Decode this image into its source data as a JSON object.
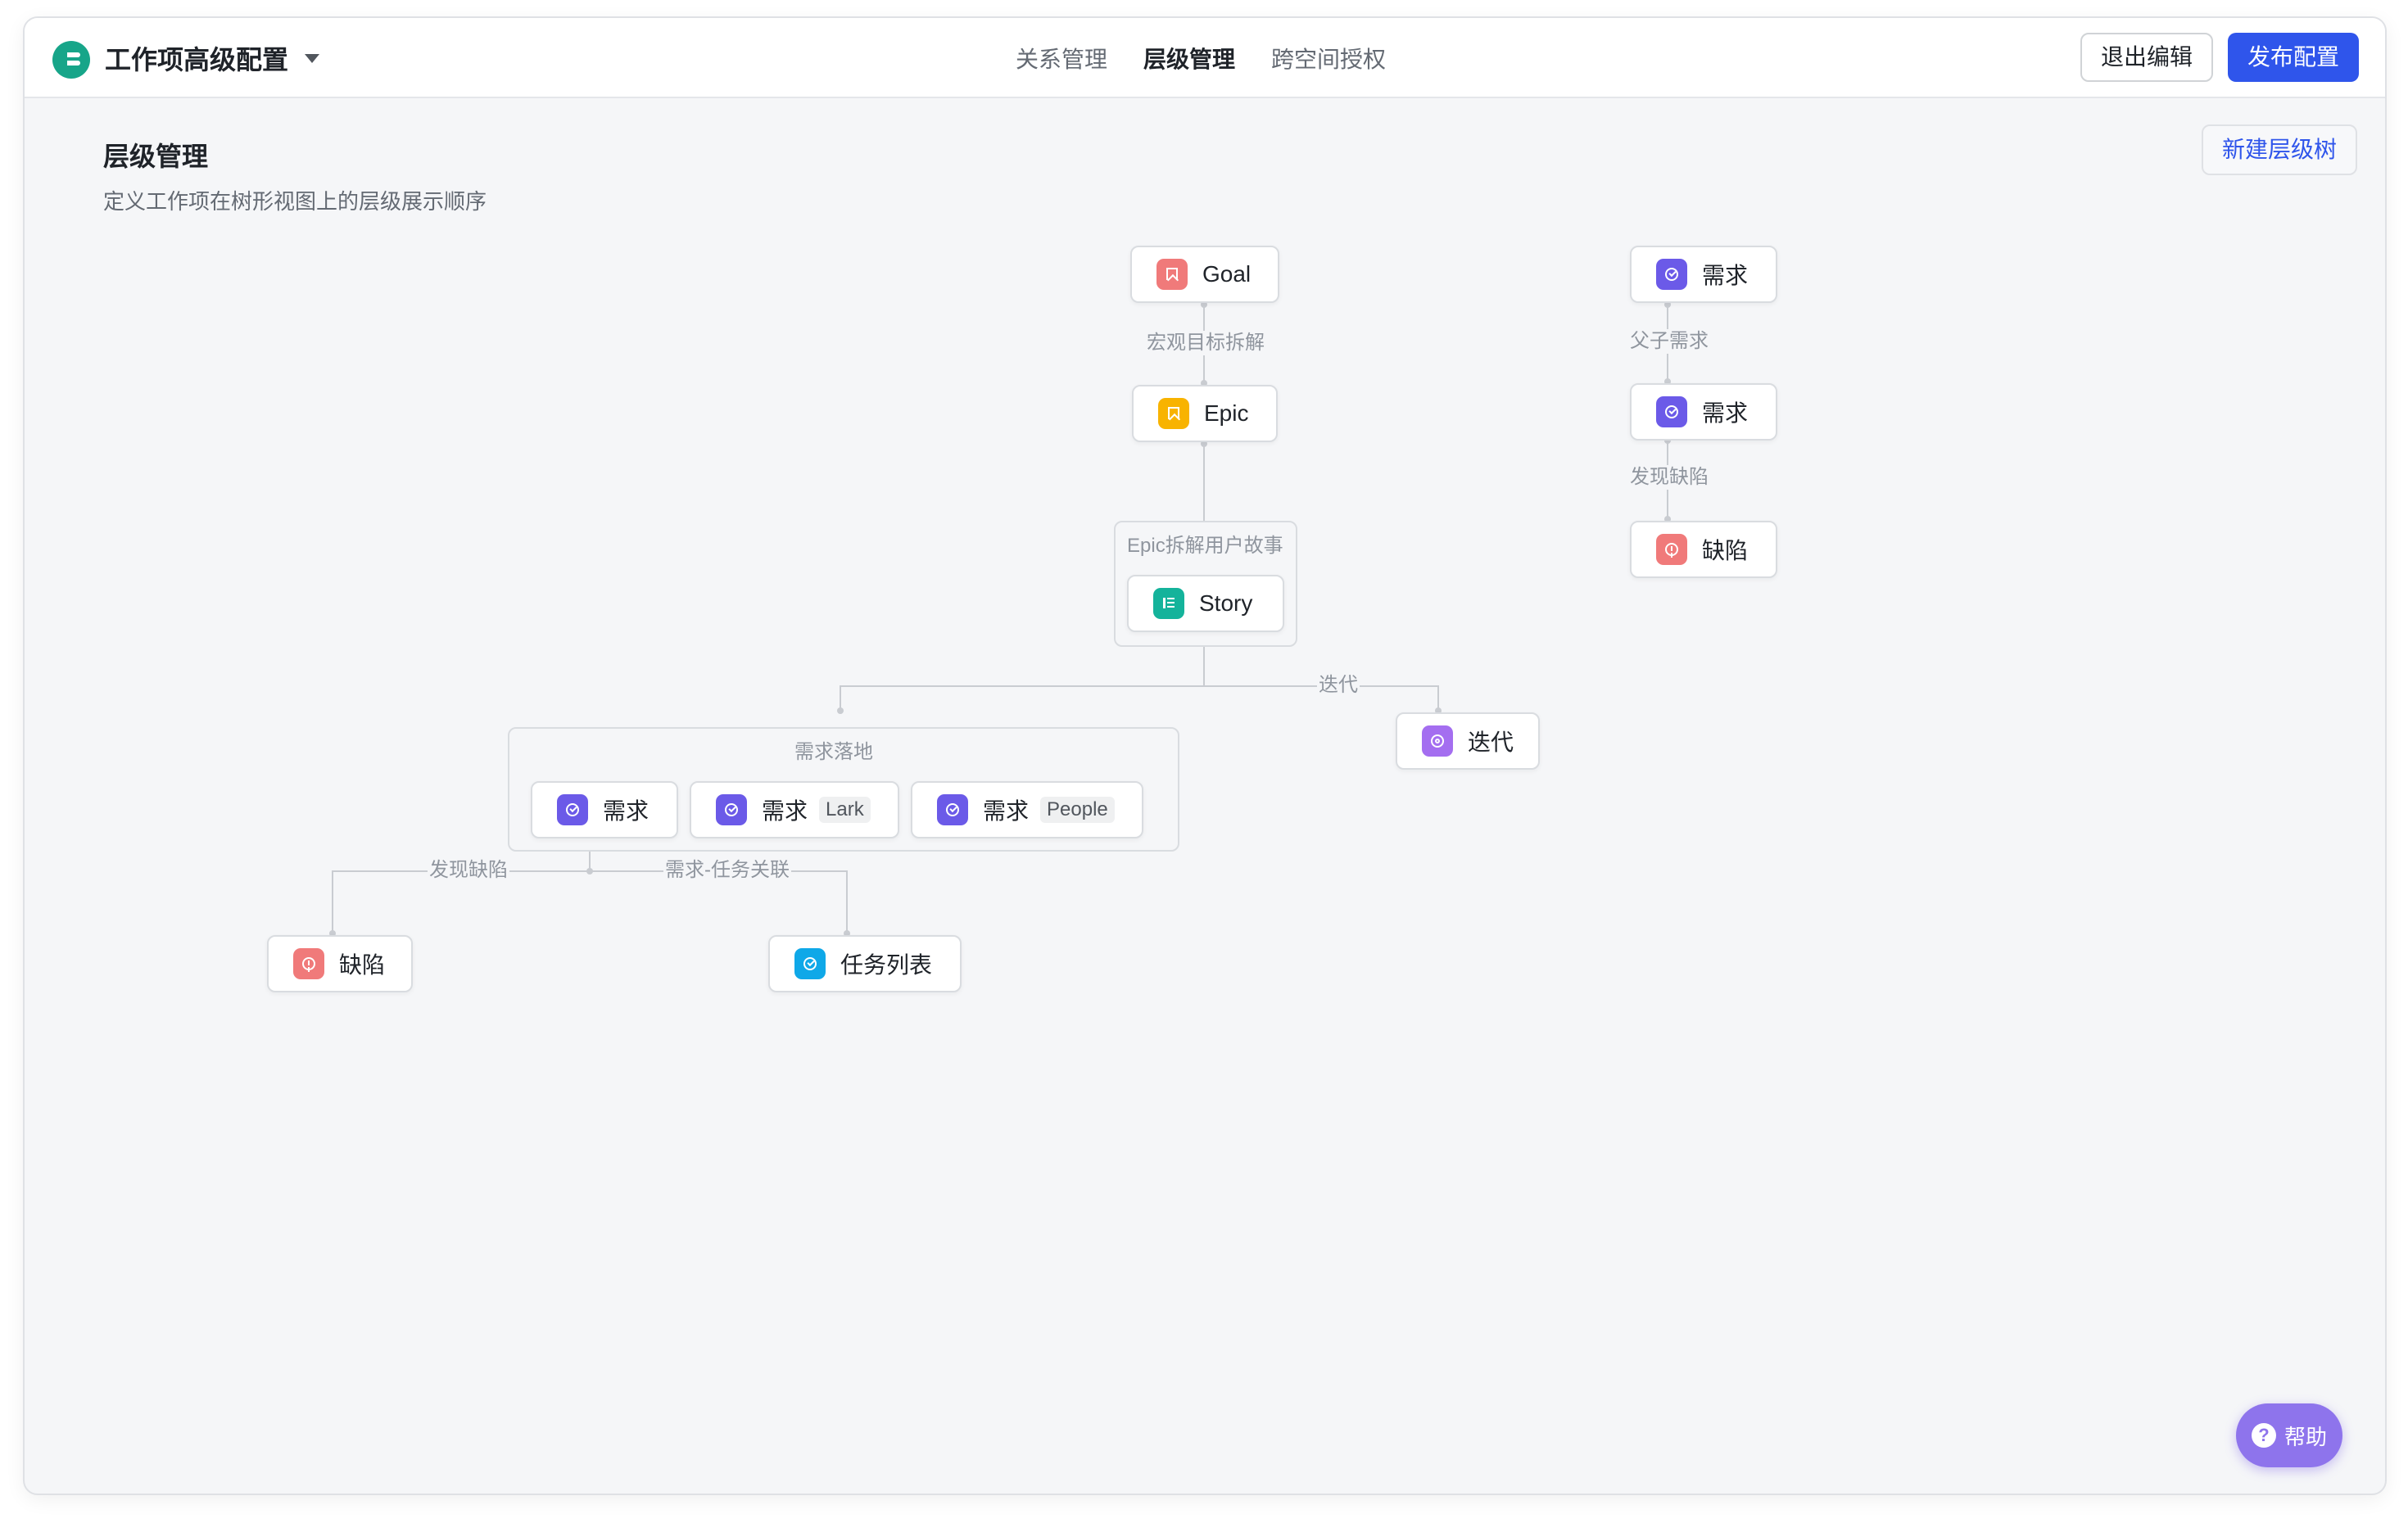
{
  "app": {
    "title": "工作项高级配置"
  },
  "nav": {
    "tabs": [
      "关系管理",
      "层级管理",
      "跨空间授权"
    ],
    "active": "层级管理"
  },
  "actions": {
    "exit_label": "退出编辑",
    "publish_label": "发布配置",
    "new_tree_label": "新建层级树"
  },
  "section": {
    "title": "层级管理",
    "description": "定义工作项在树形视图上的层级展示顺序"
  },
  "colors": {
    "accent": "#2f55eb",
    "goal": "#f07a7a",
    "epic": "#f8b300",
    "story": "#14b39b",
    "requirement": "#6b5ae8",
    "bug": "#f07a7a",
    "iteration": "#a46ef0",
    "task": "#0fa8e8",
    "help": "#8e74ec"
  },
  "tree1": {
    "goal": {
      "label": "Goal",
      "icon": "bookmark-icon"
    },
    "edge_goal_epic": "宏观目标拆解",
    "epic": {
      "label": "Epic",
      "icon": "bookmark-icon"
    },
    "story_group_label": "Epic拆解用户故事",
    "story": {
      "label": "Story",
      "icon": "list-icon"
    },
    "edge_iteration": "迭代",
    "iteration": {
      "label": "迭代",
      "icon": "cycle-icon"
    },
    "req_group_label": "需求落地",
    "requirements": [
      {
        "label": "需求",
        "tag": ""
      },
      {
        "label": "需求",
        "tag": "Lark"
      },
      {
        "label": "需求",
        "tag": "People"
      }
    ],
    "edge_bug": "发现缺陷",
    "bug": {
      "label": "缺陷",
      "icon": "alert-icon"
    },
    "edge_task": "需求-任务关联",
    "task": {
      "label": "任务列表",
      "icon": "check-circle-icon"
    }
  },
  "tree2": {
    "root": {
      "label": "需求"
    },
    "edge_child": "父子需求",
    "child": {
      "label": "需求"
    },
    "edge_bug": "发现缺陷",
    "bug": {
      "label": "缺陷"
    }
  },
  "help": {
    "label": "帮助",
    "icon_char": "?"
  }
}
